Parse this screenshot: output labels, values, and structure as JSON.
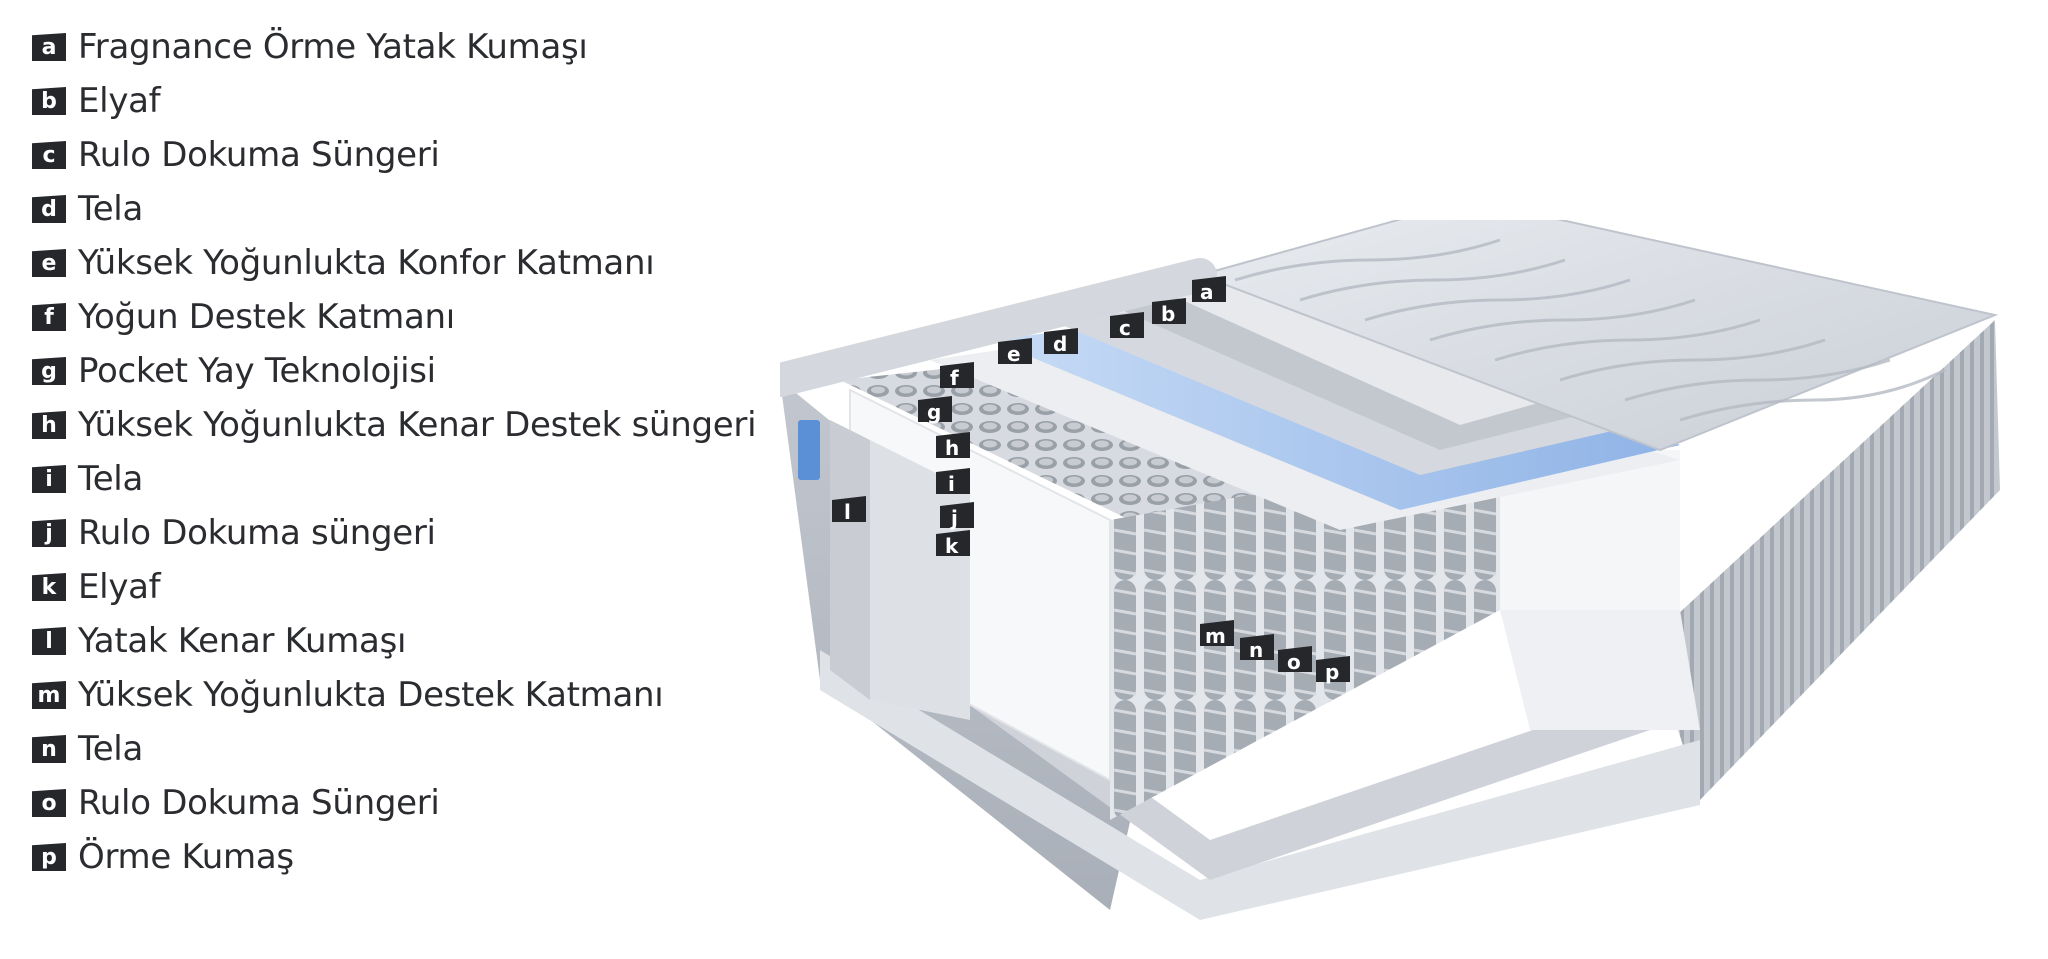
{
  "legend": [
    {
      "letter": "a",
      "label": "Fragnance Örme Yatak Kumaşı"
    },
    {
      "letter": "b",
      "label": "Elyaf"
    },
    {
      "letter": "c",
      "label": "Rulo Dokuma Süngeri"
    },
    {
      "letter": "d",
      "label": "Tela"
    },
    {
      "letter": "e",
      "label": "Yüksek Yoğunlukta Konfor Katmanı"
    },
    {
      "letter": "f",
      "label": "Yoğun Destek Katmanı"
    },
    {
      "letter": "g",
      "label": "Pocket Yay Teknolojisi"
    },
    {
      "letter": "h",
      "label": "Yüksek Yoğunlukta Kenar Destek süngeri"
    },
    {
      "letter": "i",
      "label": "Tela"
    },
    {
      "letter": "j",
      "label": "Rulo Dokuma süngeri"
    },
    {
      "letter": "k",
      "label": "Elyaf"
    },
    {
      "letter": "l",
      "label": "Yatak Kenar Kumaşı"
    },
    {
      "letter": "m",
      "label": "Yüksek Yoğunlukta Destek Katmanı"
    },
    {
      "letter": "n",
      "label": "Tela"
    },
    {
      "letter": "o",
      "label": "Rulo Dokuma Süngeri"
    },
    {
      "letter": "p",
      "label": "Örme Kumaş"
    }
  ],
  "colors": {
    "badge": "#25272b",
    "foam_blue": "#a9c6ec",
    "fabric": "#d9dde3",
    "spring": "#9aa0a8"
  }
}
